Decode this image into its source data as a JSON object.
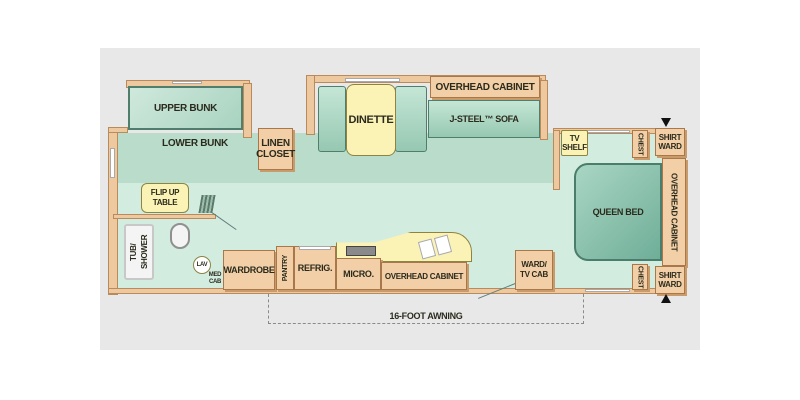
{
  "floorplan": {
    "upper_bunk": "UPPER BUNK",
    "lower_bunk": "LOWER BUNK",
    "linen_closet": "LINEN CLOSET",
    "dinette": "DINETTE",
    "overhead_cabinet_top": "OVERHEAD CABINET",
    "sofa": "J-STEEL™ SOFA",
    "tv_shelf": "TV SHELF",
    "chest_top": "CHEST",
    "shirt_ward_top": "SHIRT WARD",
    "overhead_cabinet_right": "OVERHEAD CABINET",
    "queen_bed": "QUEEN BED",
    "chest_bottom": "CHEST",
    "shirt_ward_bottom": "SHIRT WARD",
    "flip_up_table": "FLIP UP TABLE",
    "tub_shower": "TUB/ SHOWER",
    "lav": "LAV",
    "med_cab": "MED CAB",
    "wardrobe": "WARDROBE",
    "pantry": "PANTRY",
    "refrig": "REFRIG.",
    "micro": "MICRO.",
    "overhead_cabinet_bottom": "OVERHEAD CABINET",
    "ward_tv_cab": "WARD/ TV CAB",
    "awning": "16-FOOT AWNING"
  },
  "colors": {
    "panel_bg": "#e8e8e8",
    "floor": "#d3ece0",
    "cabinet": "#f2cfa6",
    "furniture_yellow": "#fbf3b6",
    "bed": "#8cc4ae"
  }
}
